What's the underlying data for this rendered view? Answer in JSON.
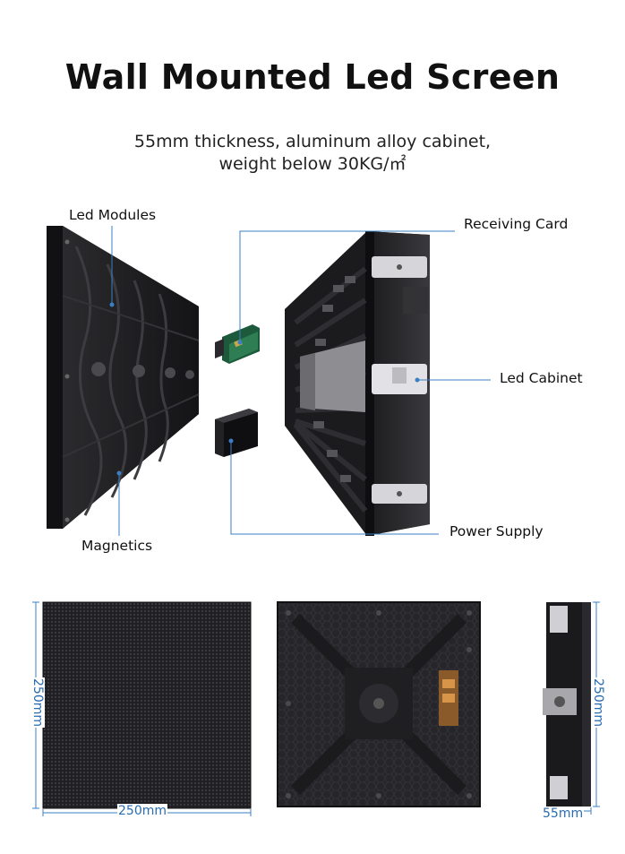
{
  "header": {
    "title": "Wall Mounted Led Screen",
    "subtitle_line1": "55mm thickness, aluminum alloy cabinet,",
    "subtitle_line2": "weight below 30KG/㎡"
  },
  "callouts": {
    "led_modules": "Led Modules",
    "receiving_card": "Receiving Card",
    "led_cabinet": "Led Cabinet",
    "power_supply": "Power Supply",
    "magnetics": "Magnetics"
  },
  "dimensions": {
    "front_height": "250mm",
    "front_width": "250mm",
    "side_height": "250mm",
    "side_depth": "55mm"
  },
  "colors": {
    "leader_line": "#3a7fc4",
    "dimension_text": "#2a6db0",
    "panel_dark": "#1e1e20"
  }
}
